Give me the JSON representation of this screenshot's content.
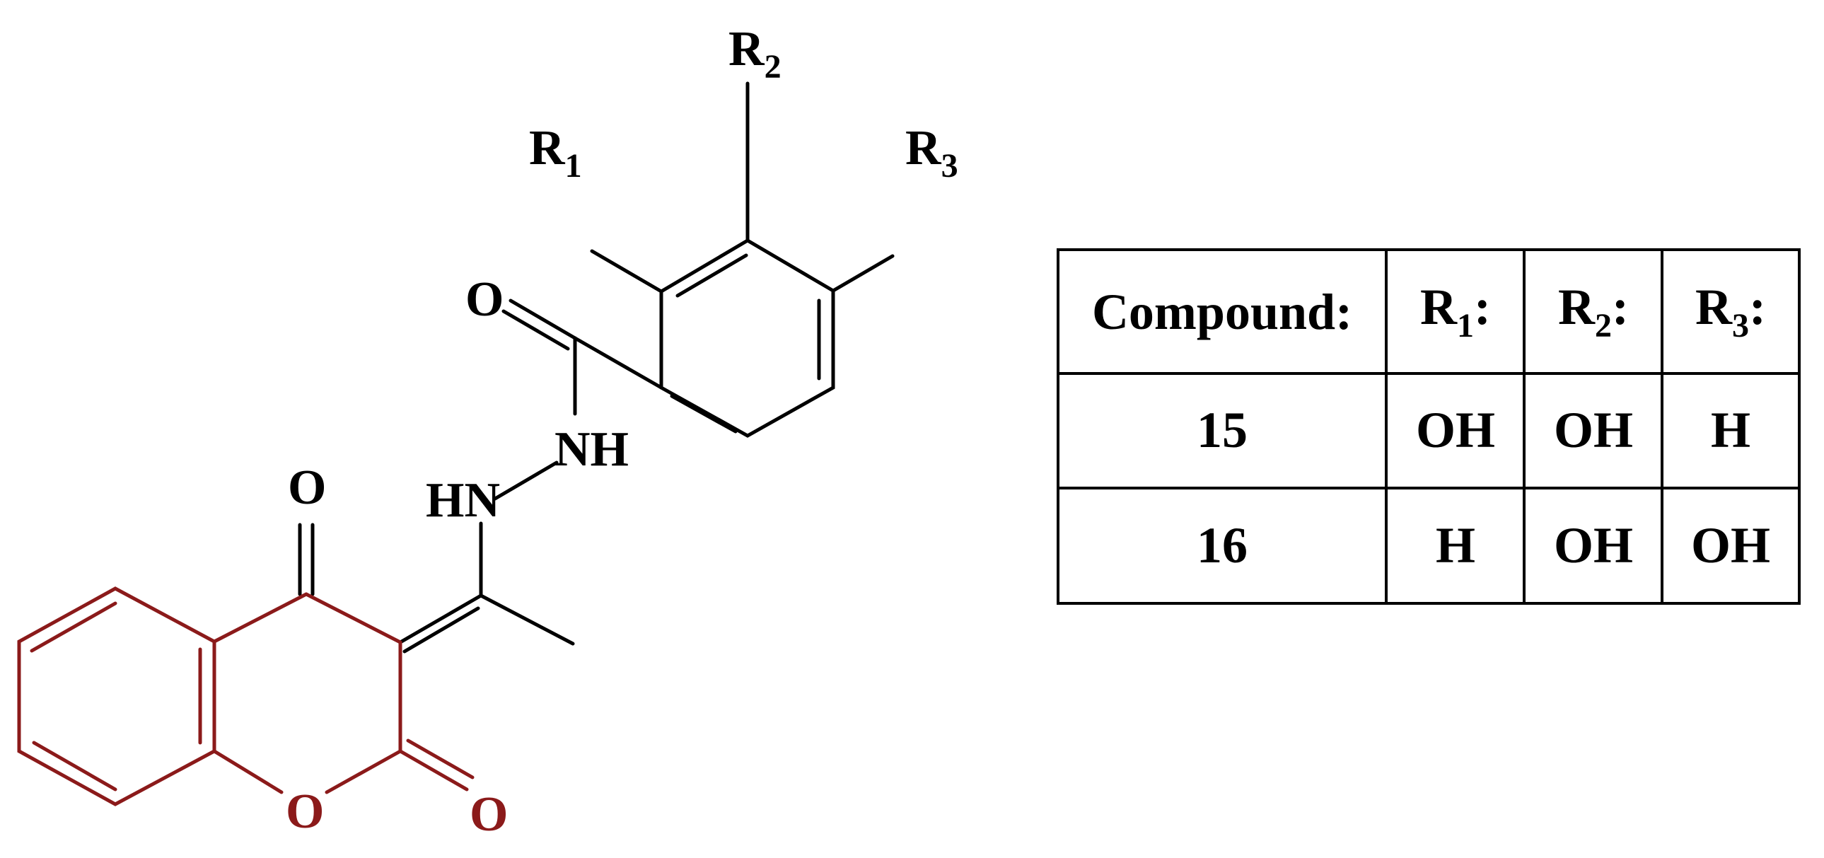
{
  "colors": {
    "ink": "#000000",
    "coumarin": "#8b1a1a"
  },
  "structure": {
    "atoms": {
      "r1": "R",
      "r1_sub": "1",
      "r2": "R",
      "r2_sub": "2",
      "r3": "R",
      "r3_sub": "3",
      "amide_o": "O",
      "nh": "NH",
      "hn": "HN",
      "keto_o": "O",
      "ring_o": "O",
      "lactone_o": "O"
    }
  },
  "table": {
    "header": {
      "compound": "Compound:",
      "r1": "R",
      "r1_sub": "1",
      "r2": "R",
      "r2_sub": "2",
      "r3": "R",
      "r3_sub": "3",
      "colon": ":"
    },
    "rows": [
      {
        "compound": "15",
        "r1": "OH",
        "r2": "OH",
        "r3": "H"
      },
      {
        "compound": "16",
        "r1": "H",
        "r2": "OH",
        "r3": "OH"
      }
    ]
  }
}
